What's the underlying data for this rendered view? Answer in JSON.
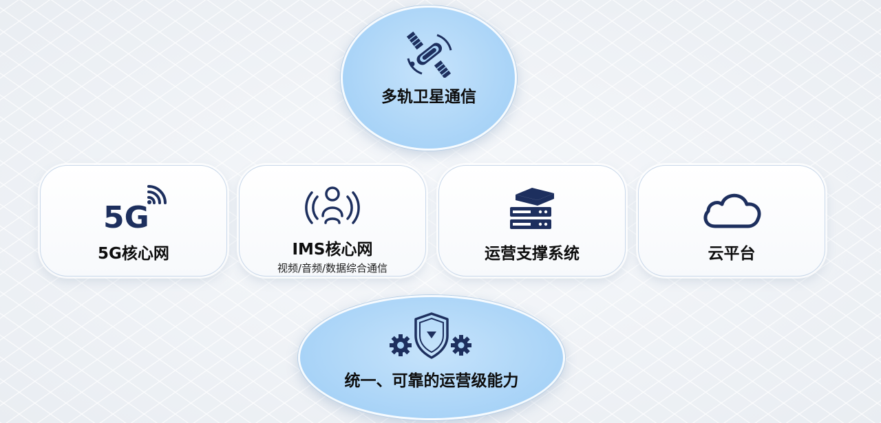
{
  "top": {
    "label": "多轨卫星通信",
    "icon": "satellite-icon"
  },
  "cards": [
    {
      "label": "5G核心网",
      "icon": "5g-signal-icon",
      "icon_text": "5G"
    },
    {
      "label": "IMS核心网",
      "sub": "视频/音频/数据综合通信",
      "icon": "person-broadcast-icon"
    },
    {
      "label": "运营支撑系统",
      "icon": "server-stack-icon"
    },
    {
      "label": "云平台",
      "icon": "cloud-icon"
    }
  ],
  "bottom": {
    "label": "统一、可靠的运营级能力",
    "icon": "shield-gears-icon"
  },
  "colors": {
    "navy": "#1d2f5e",
    "bubble": "#a8d3f7",
    "card_border": "#c9d8ea"
  }
}
